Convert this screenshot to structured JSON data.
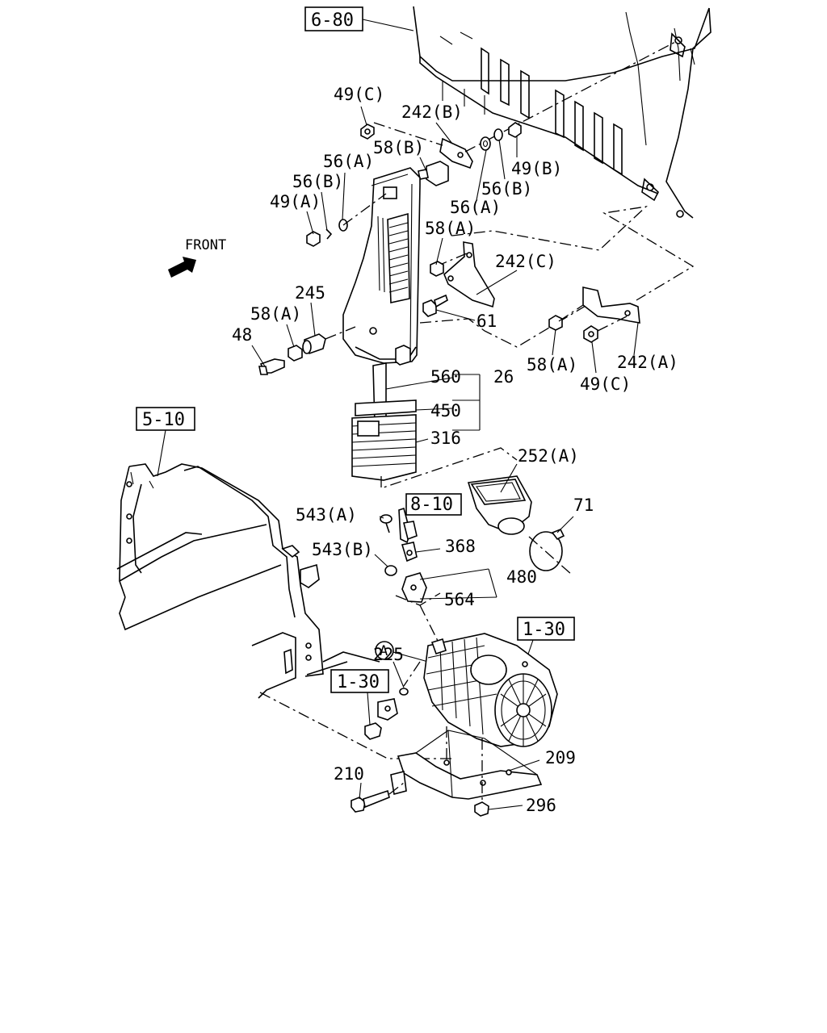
{
  "diagram": {
    "front_label": "FRONT",
    "reference_boxes": {
      "ref_6_80": "6-80",
      "ref_5_10": "5-10",
      "ref_8_10": "8-10",
      "ref_1_30_right": "1-30",
      "ref_1_30_left": "1-30"
    },
    "circle_marker": "A",
    "labels": {
      "p49c_top": "49(C)",
      "p242b": "242(B)",
      "p58b": "58(B)",
      "p56a_left": "56(A)",
      "p56b_left": "56(B)",
      "p49a": "49(A)",
      "p49b": "49(B)",
      "p56b_right": "56(B)",
      "p56a_right": "56(A)",
      "p58a_upper": "58(A)",
      "p242c": "242(C)",
      "p61": "61",
      "p245": "245",
      "p58a_left": "58(A)",
      "p48": "48",
      "p58a_lower": "58(A)",
      "p49c_lower": "49(C)",
      "p242a": "242(A)",
      "p560": "560",
      "p26": "26",
      "p450": "450",
      "p316": "316",
      "p252a": "252(A)",
      "p71": "71",
      "p543a": "543(A)",
      "p543b": "543(B)",
      "p368": "368",
      "p480": "480",
      "p564": "564",
      "p225": "225",
      "p209": "209",
      "p210": "210",
      "p296": "296"
    }
  }
}
